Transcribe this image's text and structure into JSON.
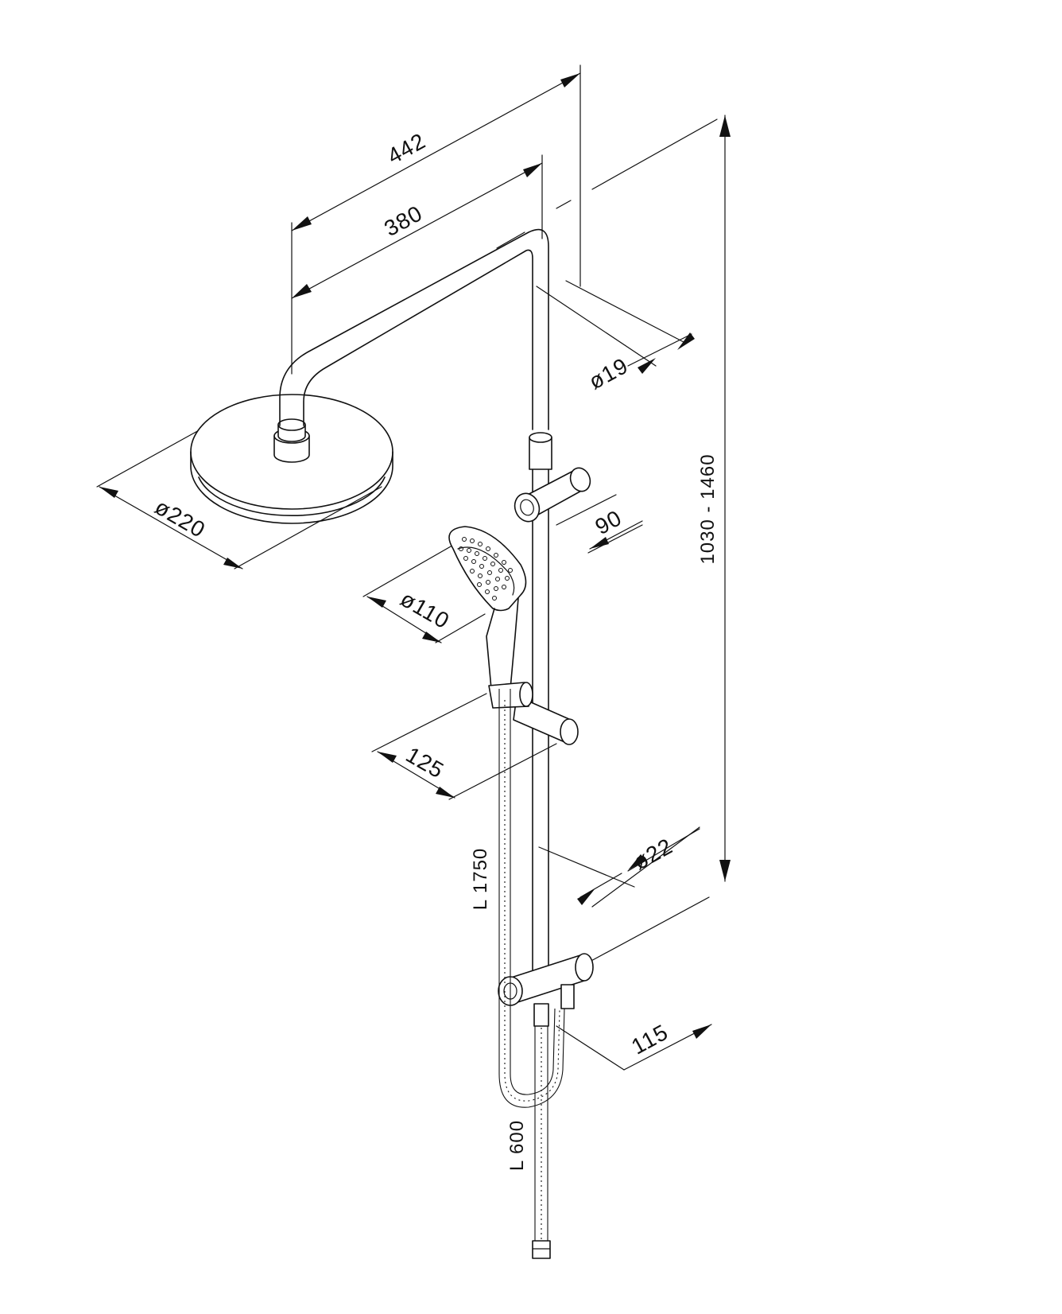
{
  "dimensions": {
    "width_442": "442",
    "arm_380": "380",
    "pipe_dia_19": "ø19",
    "height_range": "1030 - 1460",
    "head_dia_220": "ø220",
    "holder_90": "90",
    "hand_dia_110": "ø110",
    "slider_125": "125",
    "bar_dia_22": "ø22",
    "hose_1750": "L 1750",
    "bracket_115": "115",
    "hose_600": "L 600"
  }
}
